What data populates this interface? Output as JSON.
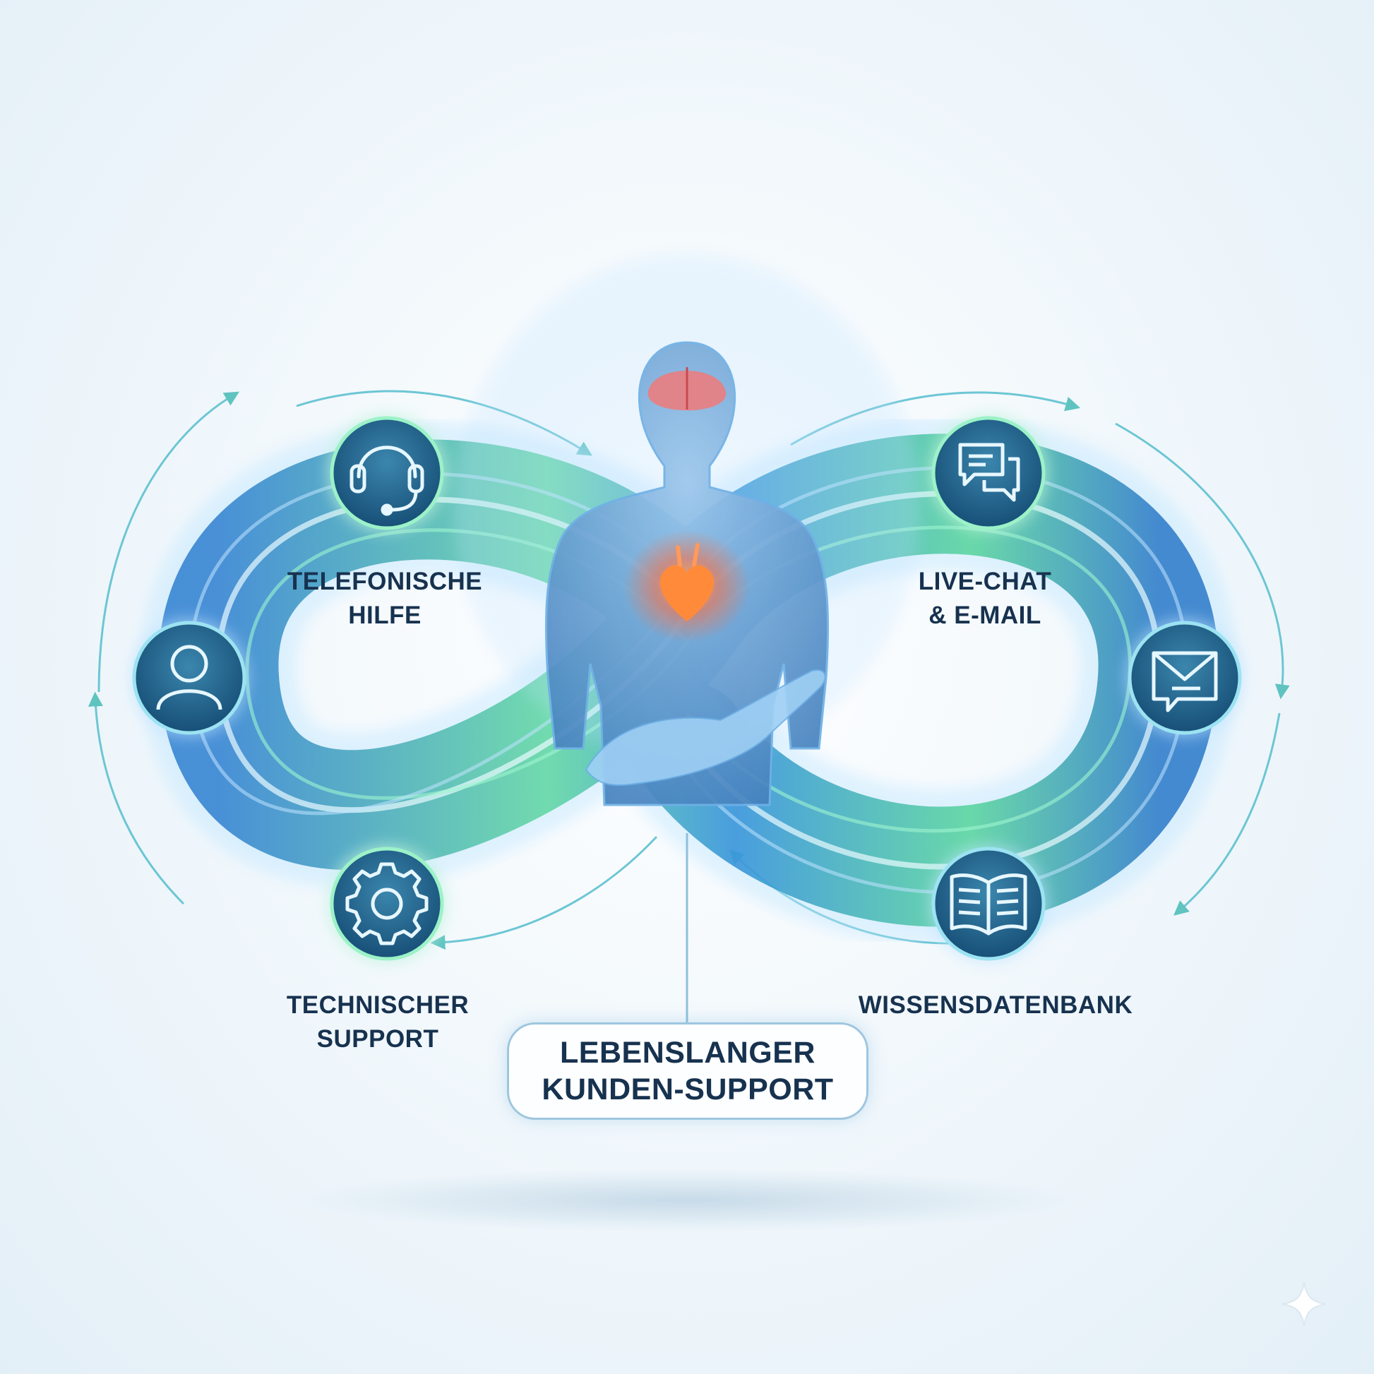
{
  "nodes": [
    {
      "id": "phone",
      "icon": "headset-icon",
      "label_lines": [
        "Telefonische",
        "Hilfe"
      ]
    },
    {
      "id": "chat",
      "icon": "chat-bubbles-icon",
      "label_lines": [
        "Live-Chat",
        "& E-Mail"
      ]
    },
    {
      "id": "user",
      "icon": "user-icon",
      "label_lines": []
    },
    {
      "id": "email",
      "icon": "envelope-icon",
      "label_lines": []
    },
    {
      "id": "tech",
      "icon": "gear-icon",
      "label_lines": [
        "Technischer",
        "Support"
      ]
    },
    {
      "id": "kb",
      "icon": "open-book-icon",
      "label_lines": [
        "Wissensdatenbank"
      ]
    }
  ],
  "center": {
    "label_lines": [
      "Lebenslanger",
      "Kunden-Support"
    ]
  },
  "center_figure": "human-figure-icon",
  "colors": {
    "blue": "#2f7fd0",
    "green": "#4fd89a",
    "teal_arrow": "#5fc3c0",
    "icon_disc": "#1f5f86",
    "text": "#17324f",
    "heart": "#ff7a3a"
  }
}
